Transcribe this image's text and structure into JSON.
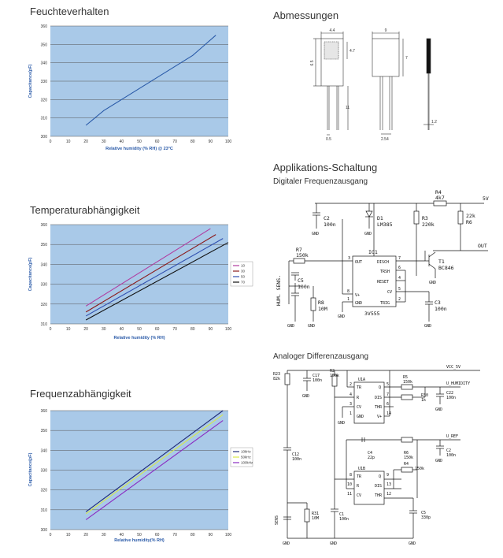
{
  "sections": {
    "feuchte": "Feuchteverhalten",
    "temperatur": "Temperaturabhängigkeit",
    "frequenz": "Frequenzabhängigkeit",
    "abmessungen": "Abmessungen",
    "applikation": "Applikations-Schaltung",
    "digital": "Digitaler Frequenzausgang",
    "analog": "Analoger Differenzausgang"
  },
  "chart_data": [
    {
      "type": "line",
      "xlabel": "Relative humidity (% RH) @ 23°C",
      "ylabel": "Capacitance(pF)",
      "xlim": [
        0,
        100
      ],
      "ylim": [
        300,
        360
      ],
      "x_ticks": [
        "0",
        "10",
        "20",
        "30",
        "40",
        "50",
        "60",
        "70",
        "80",
        "90",
        "100"
      ],
      "y_ticks": [
        "300",
        "310",
        "320",
        "330",
        "340",
        "350",
        "360"
      ],
      "grid": true,
      "series": [
        {
          "x": [
            20,
            25,
            30,
            40,
            50,
            60,
            70,
            80,
            93
          ],
          "values": [
            306,
            310,
            314,
            320,
            326,
            332,
            338,
            344,
            355
          ],
          "color": "#2a5aa8"
        }
      ]
    },
    {
      "type": "line",
      "xlabel": "Relative humidity (% RH)",
      "ylabel": "Capacitance(pF)",
      "xlim": [
        0,
        100
      ],
      "ylim": [
        310,
        360
      ],
      "x_ticks": [
        "0",
        "10",
        "20",
        "30",
        "40",
        "50",
        "60",
        "70",
        "80",
        "90",
        "100"
      ],
      "y_ticks": [
        "310",
        "320",
        "330",
        "340",
        "350",
        "360"
      ],
      "grid": true,
      "legend": "right",
      "series": [
        {
          "name": "10",
          "x": [
            20,
            90
          ],
          "values": [
            319,
            358
          ],
          "color": "#b03ca0"
        },
        {
          "name": "30",
          "x": [
            20,
            93
          ],
          "values": [
            316,
            355
          ],
          "color": "#8b1a1a"
        },
        {
          "name": "50",
          "x": [
            20,
            97
          ],
          "values": [
            314,
            353
          ],
          "color": "#3050b0"
        },
        {
          "name": "70",
          "x": [
            20,
            100
          ],
          "values": [
            312,
            351
          ],
          "color": "#111111"
        }
      ]
    },
    {
      "type": "line",
      "xlabel": "Relative humidity(% RH)",
      "ylabel": "Capacitance(pF)",
      "xlim": [
        0,
        100
      ],
      "ylim": [
        300,
        360
      ],
      "x_ticks": [
        "0",
        "10",
        "20",
        "30",
        "40",
        "50",
        "60",
        "70",
        "80",
        "90",
        "100"
      ],
      "y_ticks": [
        "300",
        "310",
        "320",
        "330",
        "340",
        "350",
        "360"
      ],
      "grid": true,
      "legend": "right",
      "series": [
        {
          "name": "10kHz",
          "x": [
            20,
            97
          ],
          "values": [
            309,
            360
          ],
          "color": "#1e2a78"
        },
        {
          "name": "50kHz",
          "x": [
            20,
            97
          ],
          "values": [
            308,
            358
          ],
          "color": "#d8e84a"
        },
        {
          "name": "100kHz",
          "x": [
            20,
            97
          ],
          "values": [
            305,
            355
          ],
          "color": "#8a2bc2"
        }
      ]
    }
  ],
  "dimensions": {
    "d1": "4.4",
    "d2": "4.7",
    "d3": "6.5",
    "d4": "11",
    "d5": "0.5",
    "d6": "9",
    "d7": "7",
    "d8": "2.54",
    "d9": "1.2"
  },
  "digital_circuit": {
    "ic": "IC1",
    "ic_part": "3V555",
    "out": "OUT",
    "disch": "DISCH",
    "trsh": "TRSH",
    "reset": "RESET",
    "cv": "CV",
    "gnd_pin": "GND",
    "trig": "TRIG",
    "vplus": "V+",
    "p3": "3",
    "p7": "7",
    "p6": "6",
    "p4": "4",
    "p5": "5",
    "p2": "2",
    "p8": "8",
    "p1": "1",
    "c2": "C2",
    "c2v": "100n",
    "d1": "D1",
    "d1v": "LM385",
    "r3": "R3",
    "r3v": "220k",
    "r4": "R4",
    "r4v": "4k7",
    "r6v": "22k",
    "r6": "R6",
    "v5": "5V",
    "out2": "OUT",
    "r7": "R7",
    "r7v": "150k",
    "t1": "T1",
    "t1v": "BC846",
    "c5": "C5",
    "c5v": "100n",
    "r8": "R8",
    "r8v": "10M",
    "c3": "C3",
    "c3v": "100n",
    "sens": "HUM. SENS.",
    "gnd": "GND"
  },
  "analog_circuit": {
    "vcc": "VCC_5V",
    "uhum": "U_HUMIDITY",
    "uref": "U_REF",
    "r23": "R23",
    "r23v": "82k",
    "c17": "C17",
    "c17v": "100n",
    "r2": "R2",
    "r2v": "150k",
    "r5": "R5",
    "r5v": "150k",
    "r30": "R30",
    "r30v": "1k",
    "c22": "C22",
    "c22v": "100n",
    "u1a": "U1A",
    "u1b": "U1B",
    "tr": "TR",
    "q": "Q",
    "r": "R",
    "dis": "DIS",
    "cv": "CV",
    "thr": "THR",
    "gnd_pin": "GND",
    "vplus": "V+",
    "c12": "C12",
    "c12v": "100n",
    "c4": "C4",
    "c4v": "22p",
    "r6": "R6",
    "r6v": "150k",
    "r4": "R4",
    "r4v": "150k",
    "c2": "C2",
    "c2v": "100n",
    "r31": "R31",
    "r31v": "10M",
    "c1": "C1",
    "c1v": "100n",
    "c5": "C5",
    "c5v": "330p",
    "sens": "SENS",
    "gnd": "GND",
    "a1": "1",
    "a2": "2",
    "a3": "3",
    "a4": "4",
    "a5": "5",
    "a6": "6",
    "a7": "7",
    "a14": "14",
    "b8": "8",
    "b9": "9",
    "b10": "10",
    "b11": "11",
    "b12": "12",
    "b13": "13"
  }
}
